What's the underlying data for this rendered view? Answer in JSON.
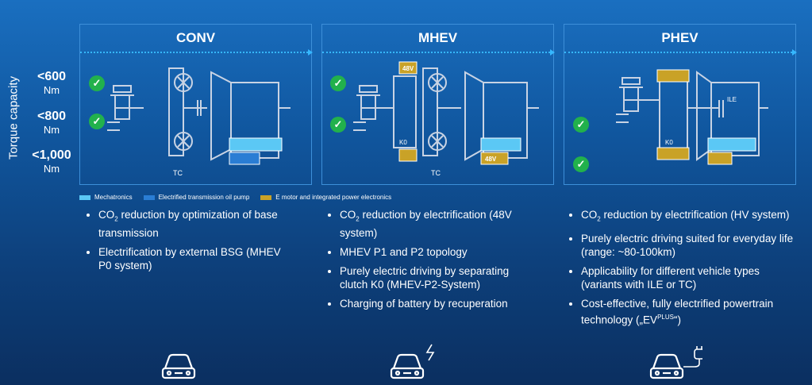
{
  "y_axis_label": "Torque capacity",
  "torque_levels": [
    {
      "value": "<600",
      "unit": "Nm"
    },
    {
      "value": "<800",
      "unit": "Nm"
    },
    {
      "value": "<1,000",
      "unit": "Nm"
    }
  ],
  "check_icon": "✓",
  "panels": [
    {
      "title": "CONV",
      "tc_label": "TC"
    },
    {
      "title": "MHEV",
      "tc_label": "TC",
      "battery_label": "48V",
      "k0_label": "K0",
      "motor_label": "48V"
    },
    {
      "title": "PHEV",
      "k0_label": "K0",
      "ile_label": "ILE"
    }
  ],
  "legend": [
    {
      "label": "Mechatronics",
      "color": "#5bc8f5"
    },
    {
      "label": "Electrified transmission oil pump",
      "color": "#2a7dd4"
    },
    {
      "label": "E motor and integrated power electronics",
      "color": "#c9a227"
    }
  ],
  "bullets": {
    "conv": [
      {
        "pre": "CO",
        "sub": "2",
        "post": " reduction by optimization of base transmission"
      },
      {
        "pre": "Electrification by external BSG (MHEV P0 system)"
      }
    ],
    "mhev": [
      {
        "pre": "CO",
        "sub": "2",
        "post": " reduction by electrification (48V system)"
      },
      {
        "pre": "MHEV P1 and P2 topology"
      },
      {
        "pre": "Purely electric driving by separating clutch K0 (MHEV-P2-System)"
      },
      {
        "pre": "Charging of battery by recuperation"
      }
    ],
    "phev": [
      {
        "pre": "CO",
        "sub": "2",
        "post": " reduction by electrification  (HV system)"
      },
      {
        "pre": "Purely electric driving suited for  everyday life (range: ~80-100km)"
      },
      {
        "pre": "Applicability for different vehicle  types (variants with ILE or TC)"
      },
      {
        "pre": "Cost-effective, fully electrified powertrain technology („EV",
        "sup": "PLUS",
        "post": "“)"
      }
    ]
  },
  "icons": [
    "car-icon",
    "car-lightning-icon",
    "car-plug-icon"
  ]
}
